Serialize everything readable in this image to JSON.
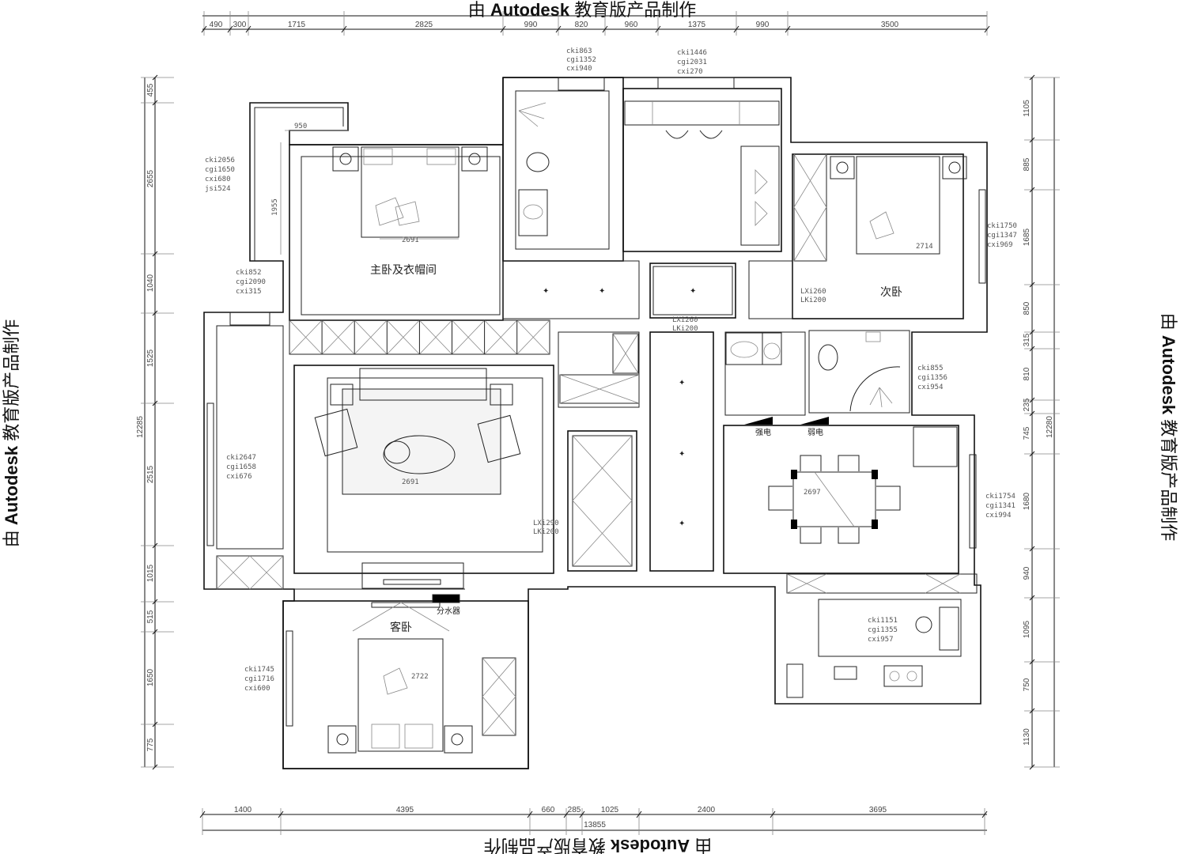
{
  "watermark": {
    "prefix": "由",
    "brand": "Autodesk",
    "suffix": "教育版产品制作"
  },
  "dimensions": {
    "top": [
      "490",
      "300",
      "1715",
      "2825",
      "990",
      "820",
      "960",
      "1375",
      "990",
      "3500"
    ],
    "bottom": [
      "1400",
      "4395",
      "660",
      "285",
      "1025",
      "2400",
      "3695"
    ],
    "bottom_total": "13855",
    "left": [
      "455",
      "2655",
      "1040",
      "1525",
      "2515",
      "1015",
      "515",
      "1650",
      "775"
    ],
    "left_total": "12285",
    "right": [
      "1105",
      "885",
      "1685",
      "850",
      "315",
      "810",
      "235",
      "745",
      "1680",
      "940",
      "1095",
      "750",
      "1130"
    ],
    "right_total": "12280",
    "balcony_depth": "1955",
    "balcony_width": "950"
  },
  "rooms": {
    "master": "主卧及衣帽间",
    "second": "次卧",
    "guest": "客卧",
    "manifold": "分水器",
    "strong_power": "强电",
    "weak_power": "弱电"
  },
  "sizes": {
    "master_bed": "2691",
    "living_rug": "2691",
    "second_bed": "2714",
    "guest_bed": "2722",
    "dining_table": "2697"
  },
  "window_labels": {
    "bath_top": [
      "cki863",
      "cgi1352",
      "cxi940"
    ],
    "study_top": [
      "cki1446",
      "cgi2031",
      "cxi270"
    ],
    "master_balcony": [
      "cki2056",
      "cgi1650",
      "cxi680",
      "jsi524"
    ],
    "left_small": [
      "cki852",
      "cgi2090",
      "cxi315"
    ],
    "left_balcony": [
      "cki2647",
      "cgi1658",
      "cxi676"
    ],
    "guest": [
      "cki1745",
      "cgi1716",
      "cxi600"
    ],
    "second": [
      "cki1750",
      "cgi1347",
      "cxi969"
    ],
    "dining": [
      "cki1754",
      "cgi1341",
      "cxi994"
    ],
    "bath2": [
      "cki855",
      "cgi1356",
      "cxi954"
    ],
    "kitchen": [
      "cki1151",
      "cgi1355",
      "cxi957"
    ]
  },
  "ceiling_labels": {
    "closet": [
      "LXi260",
      "LKi200"
    ],
    "corridor": [
      "LXi260",
      "LKi200"
    ],
    "living": [
      "LXi290",
      "LKi200"
    ]
  }
}
